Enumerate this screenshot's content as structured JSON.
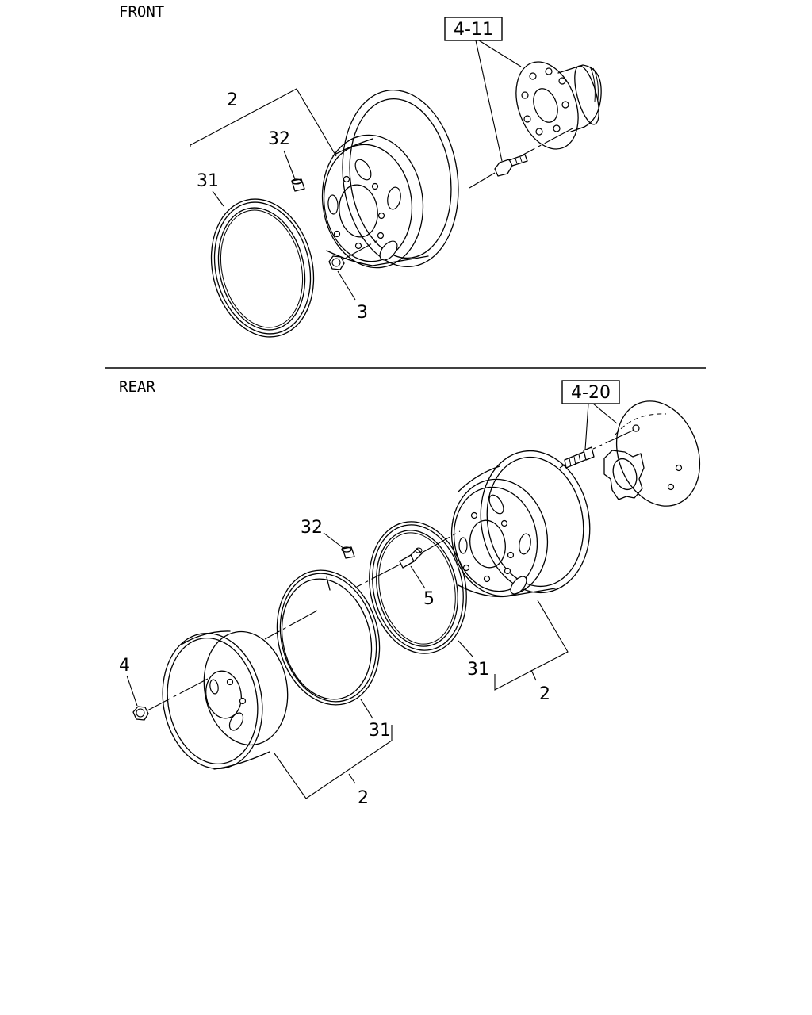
{
  "sections": {
    "front": "FRONT",
    "rear": "REAR"
  },
  "references": {
    "front_hub": "4-11",
    "rear_hub": "4-20"
  },
  "callouts": {
    "front_disc_wheel": "2",
    "front_stud_cap": "32",
    "front_side_ring": "31",
    "front_nut": "3",
    "rear_stud_cap": "32",
    "rear_valve": "5",
    "rear_inner_ring": "31",
    "rear_inner_wheel": "2",
    "rear_outer_nut": "4",
    "rear_outer_ring": "31",
    "rear_outer_wheel": "2"
  }
}
